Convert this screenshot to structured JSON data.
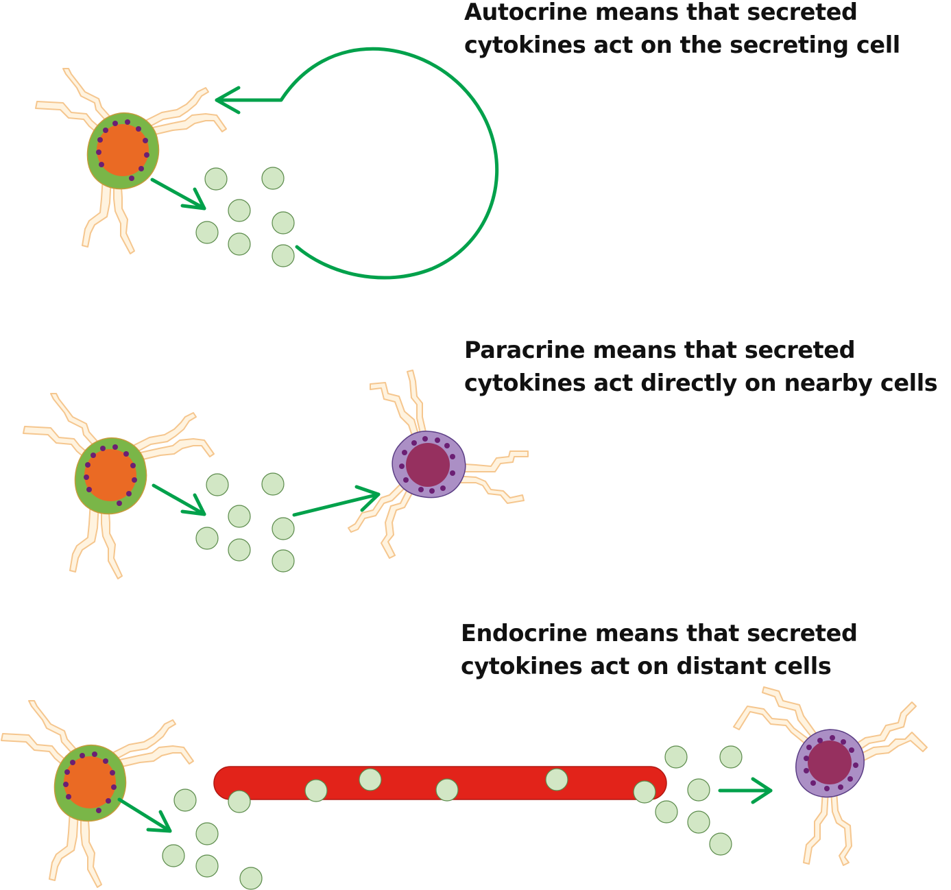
{
  "panels": [
    {
      "id": "autocrine",
      "caption": [
        "Autocrine means that secreted",
        "cytokines act on the secreting cell"
      ]
    },
    {
      "id": "paracrine",
      "caption": [
        "Paracrine means that secreted",
        "cytokines act directly on nearby cells"
      ]
    },
    {
      "id": "endocrine",
      "caption": [
        "Endocrine means that secreted",
        "cytokines act on distant cells"
      ]
    }
  ],
  "colors": {
    "arrow": "#00a14b",
    "cytokine_fill": "#d2e7c5",
    "cytokine_stroke": "#5a8a4a",
    "secreting_cell_body": "#7ab648",
    "secreting_cell_nucleus": "#ea6a24",
    "target_cell_body": "#ab8fc5",
    "target_cell_nucleus": "#96305f",
    "granule": "#6b1f73",
    "receptor_fill": "#fff3df",
    "receptor_stroke": "#f5c68e",
    "blood_vessel": "#e2231a",
    "blood_vessel_edge": "#b01812"
  }
}
